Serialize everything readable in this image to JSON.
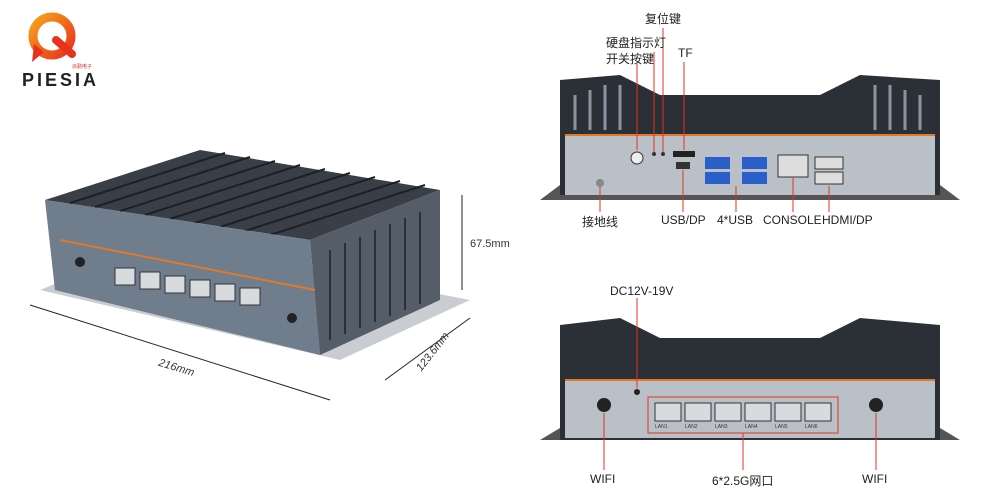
{
  "logo": {
    "name": "PIESIA",
    "sub": "派勤电子",
    "colors": [
      "#e8321e",
      "#f7a21b"
    ]
  },
  "dimensions": {
    "height": "67.5mm",
    "length": "216mm",
    "depth": "123.6mm"
  },
  "front_labels": {
    "reset": "复位键",
    "hdd_led": "硬盘指示灯",
    "power": "开关按键",
    "tf": "TF",
    "ground": "接地线",
    "usb_dp": "USB/DP",
    "usb": "4*USB",
    "console": "CONSOLE",
    "hdmi_dp": "HDMI/DP"
  },
  "rear_labels": {
    "dc": "DC12V-19V",
    "wifi_left": "WIFI",
    "lan": "6*2.5G网口",
    "wifi_right": "WIFI"
  },
  "port_labels": [
    "LAN1",
    "LAN2",
    "LAN3",
    "LAN4",
    "LAN5",
    "LAN6"
  ],
  "colors": {
    "accent_line": "#e8321e",
    "chassis": "#6f7d8c",
    "fins": "#2b2f36",
    "orange_stripe": "#e07a2a"
  }
}
